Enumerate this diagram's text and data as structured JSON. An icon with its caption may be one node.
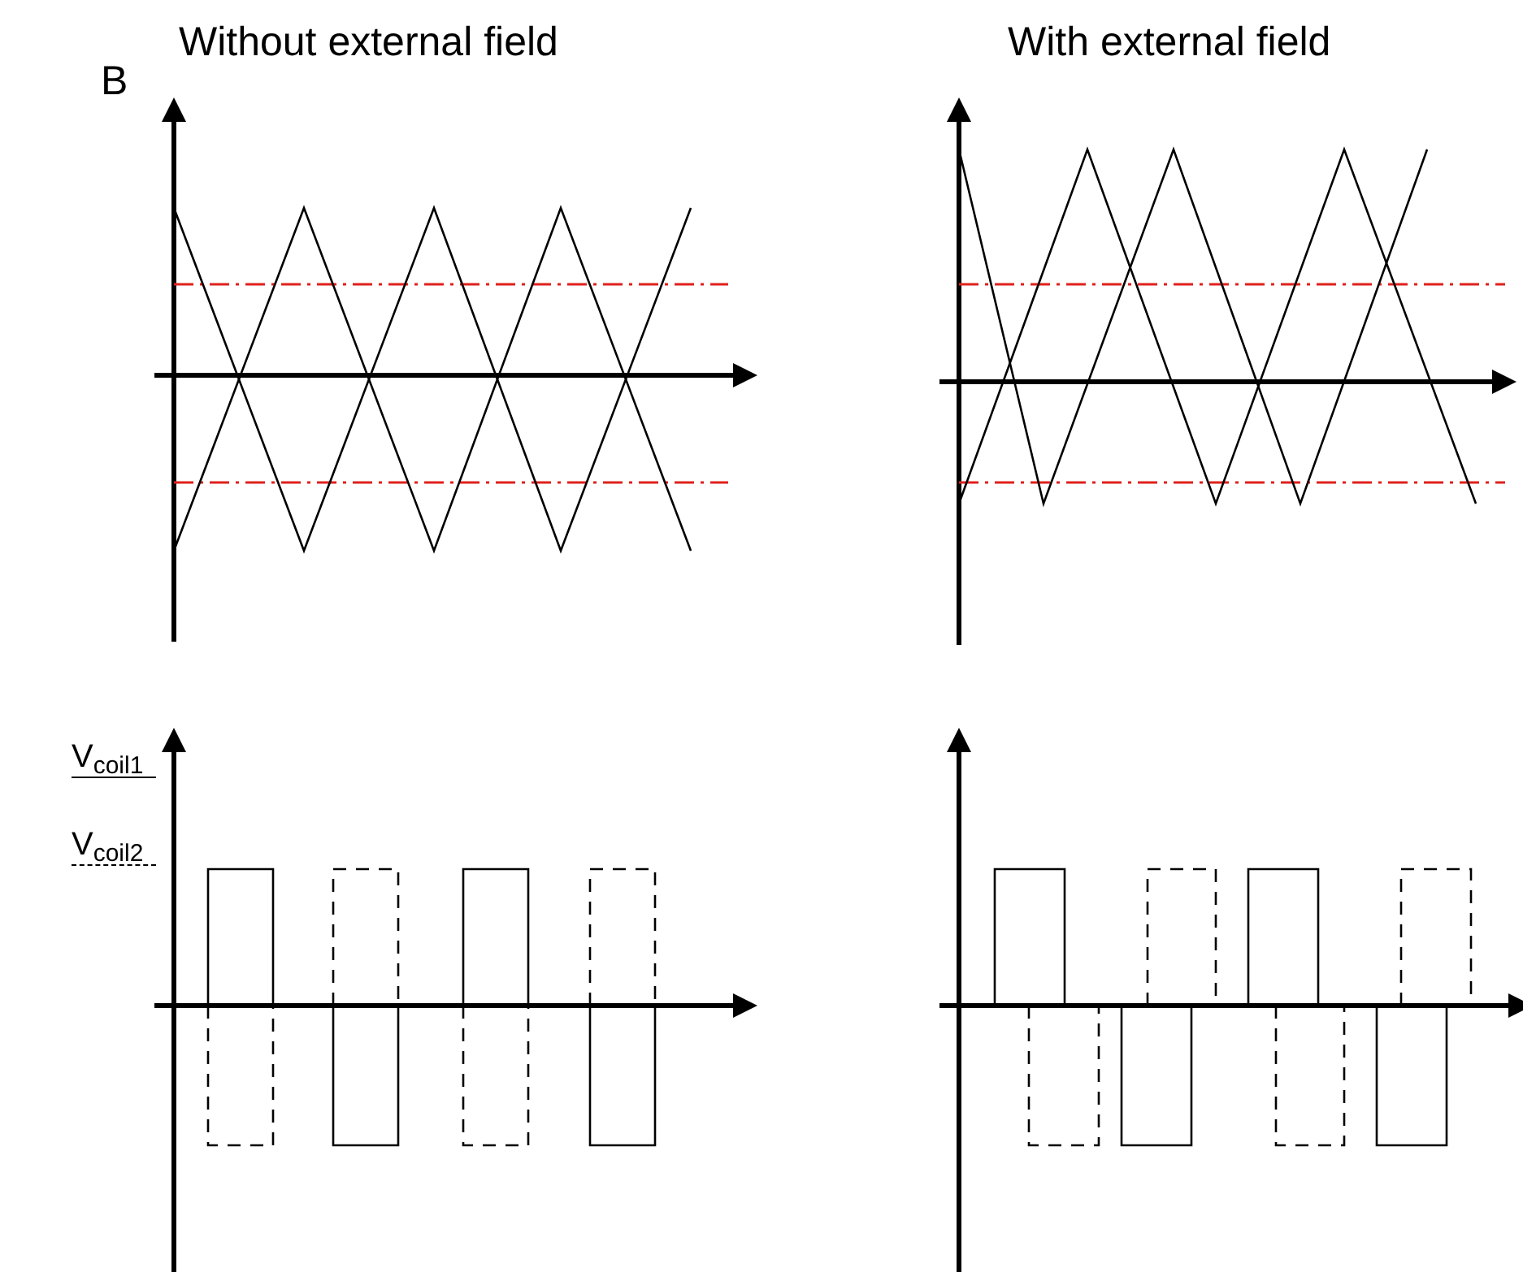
{
  "diagram": {
    "labels": [
      "Without external field",
      "With external field",
      "B"
    ],
    "legend": [
      {
        "text": "V$_{coil1}$"
      },
      {
        "text": "V$_{coil2}$"
      }
    ]
  }
}
